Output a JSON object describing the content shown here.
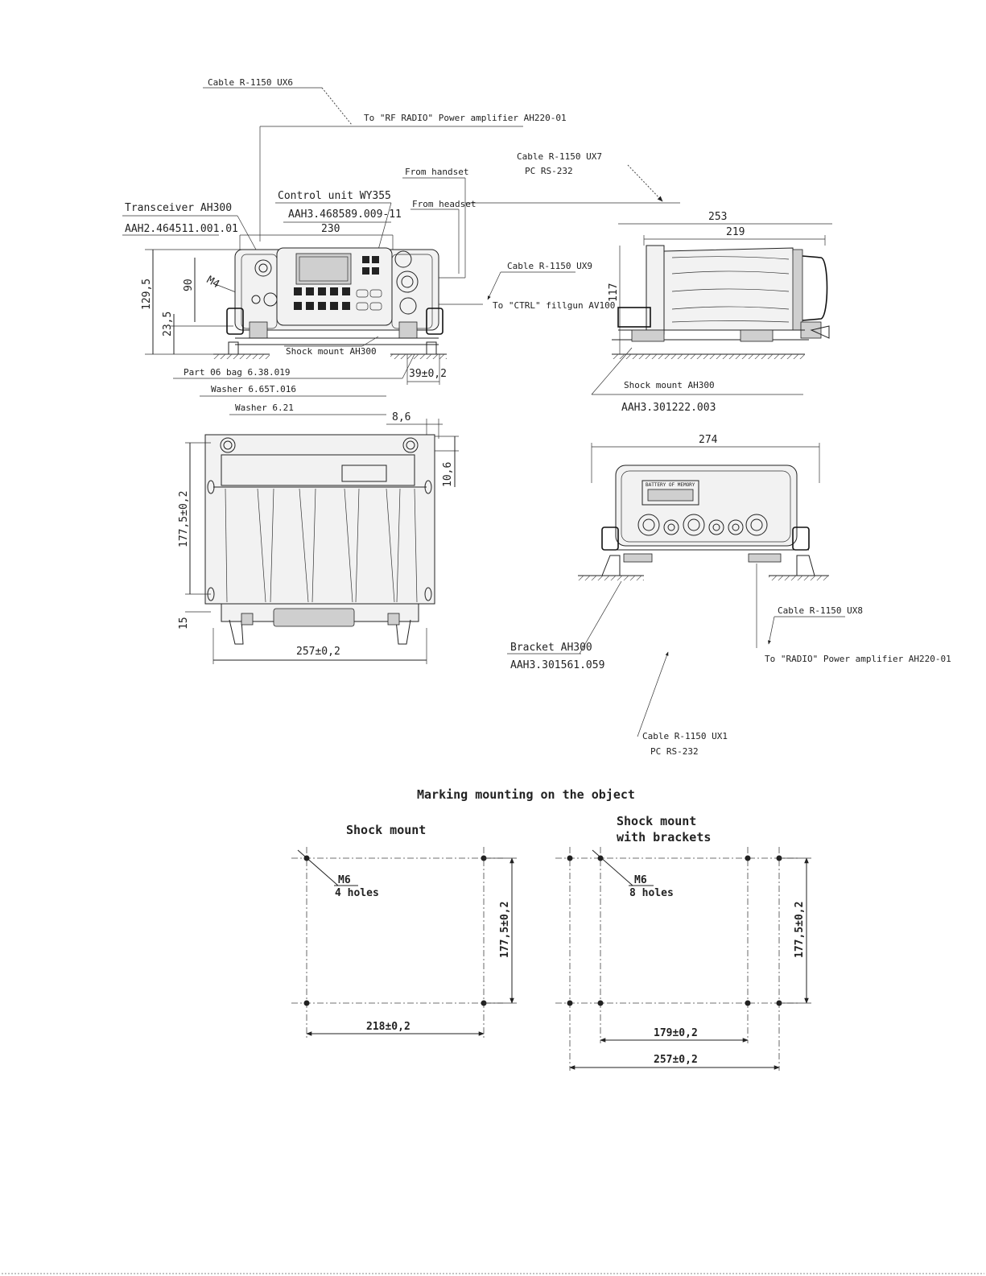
{
  "front_view": {
    "callouts": {
      "cable_r1150_ux6": "Cable R-1150 UX6",
      "to_rf_radio": "To \"RF RADIO\" Power amplifier AH220-01",
      "transceiver": "Transceiver AH300",
      "transceiver_code": "AAH2.464511.001.01",
      "control_unit": "Control unit WY355",
      "control_unit_code": "AAH3.468589.009-11",
      "from_handset": "From handset",
      "from_headset": "From headset",
      "cable_r1150_ux9": "Cable R-1150 UX9",
      "to_ctrl_fillgun": "To \"CTRL\" fillgun AV100",
      "shock_mount": "Shock mount AH300",
      "part_code": "Part 06 bag 6.38.019",
      "washer_1": "Washer 6.65T.016",
      "washer_2": "Washer 6.21"
    },
    "dimensions": {
      "width": "230",
      "height": "129,5",
      "inner_height": "90",
      "base_height": "23,5",
      "thread": "M4",
      "foot_offset": "39±0,2",
      "washer_dim": "8,6"
    }
  },
  "top_right": {
    "callouts": {
      "cable_r1150_ux7": "Cable R-1150 UX7",
      "pc_rs232": "PC RS-232",
      "shock_mount": "Shock mount AH300",
      "shock_mount_code": "AAH3.301222.003"
    },
    "dimensions": {
      "overall_length": "253",
      "body_length": "219",
      "height": "117"
    }
  },
  "top_view": {
    "dimensions": {
      "depth": "177,5±0,2",
      "width": "257±0,2",
      "edge_offset": "10,6",
      "side_offset": "15"
    }
  },
  "rear_view": {
    "callouts": {
      "plate": "BATTERY OF MEMORY",
      "bracket": "Bracket AH300",
      "bracket_code": "AAH3.301561.059",
      "cable_r1150_ux8": "Cable R-1150 UX8",
      "to_radio": "To \"RADIO\" Power amplifier AH220-01",
      "cable_r1150_ux1": "Cable R-1150 UX1",
      "pc_rs232": "PC RS-232"
    },
    "dimensions": {
      "width": "274"
    }
  },
  "marking": {
    "title": "Marking mounting on the object",
    "left": {
      "title": "Shock mount",
      "thread": "M6",
      "holes": "4 holes",
      "width": "218±0,2",
      "height": "177,5±0,2"
    },
    "right": {
      "title_line1": "Shock mount",
      "title_line2": "with brackets",
      "thread": "M6",
      "holes": "8 holes",
      "inner_width": "179±0,2",
      "outer_width": "257±0,2",
      "height": "177,5±0,2"
    }
  }
}
